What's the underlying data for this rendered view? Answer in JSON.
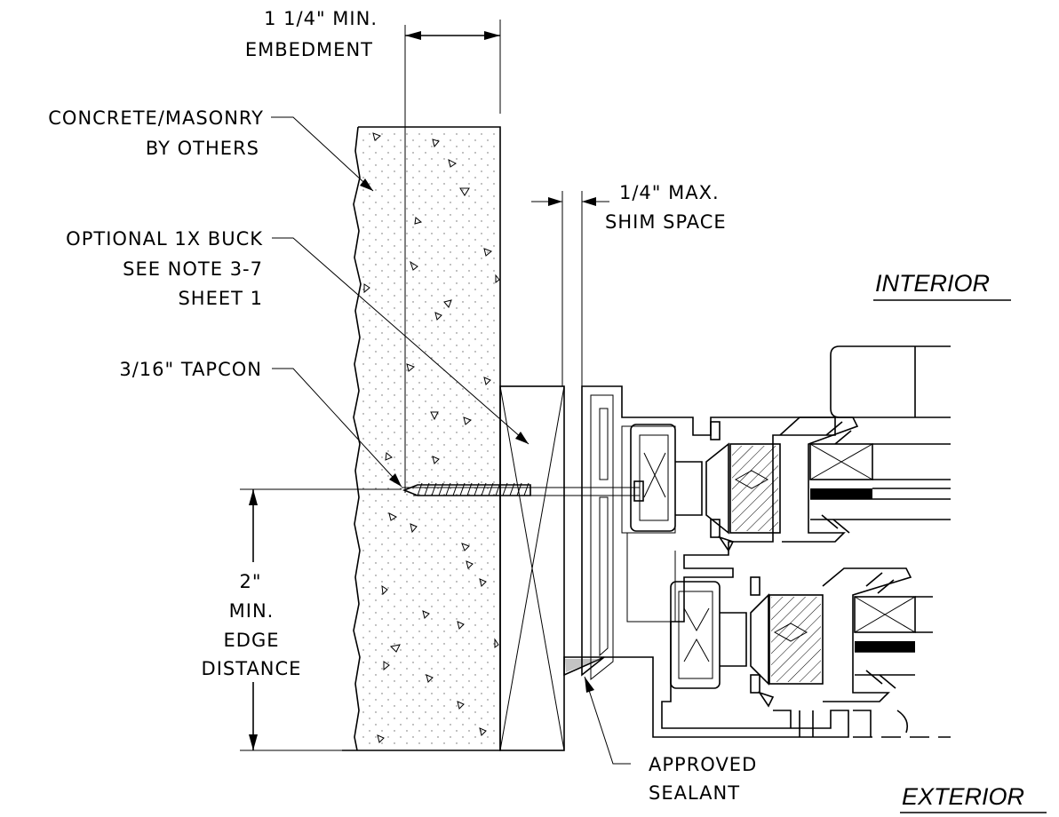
{
  "labels": {
    "embedment": [
      "1 1/4\" MIN.",
      "EMBEDMENT"
    ],
    "concrete": [
      "CONCRETE/MASONRY",
      "BY OTHERS"
    ],
    "buck": [
      "OPTIONAL 1X BUCK",
      "SEE NOTE 3-7",
      "SHEET 1"
    ],
    "tapcon": "3/16\" TAPCON",
    "shim": [
      "1/4\" MAX.",
      "SHIM SPACE"
    ],
    "edge": [
      "2\"",
      "MIN.",
      "EDGE",
      "DISTANCE"
    ],
    "sealant": [
      "APPROVED",
      "SEALANT"
    ],
    "interior": "INTERIOR",
    "exterior": "EXTERIOR"
  }
}
